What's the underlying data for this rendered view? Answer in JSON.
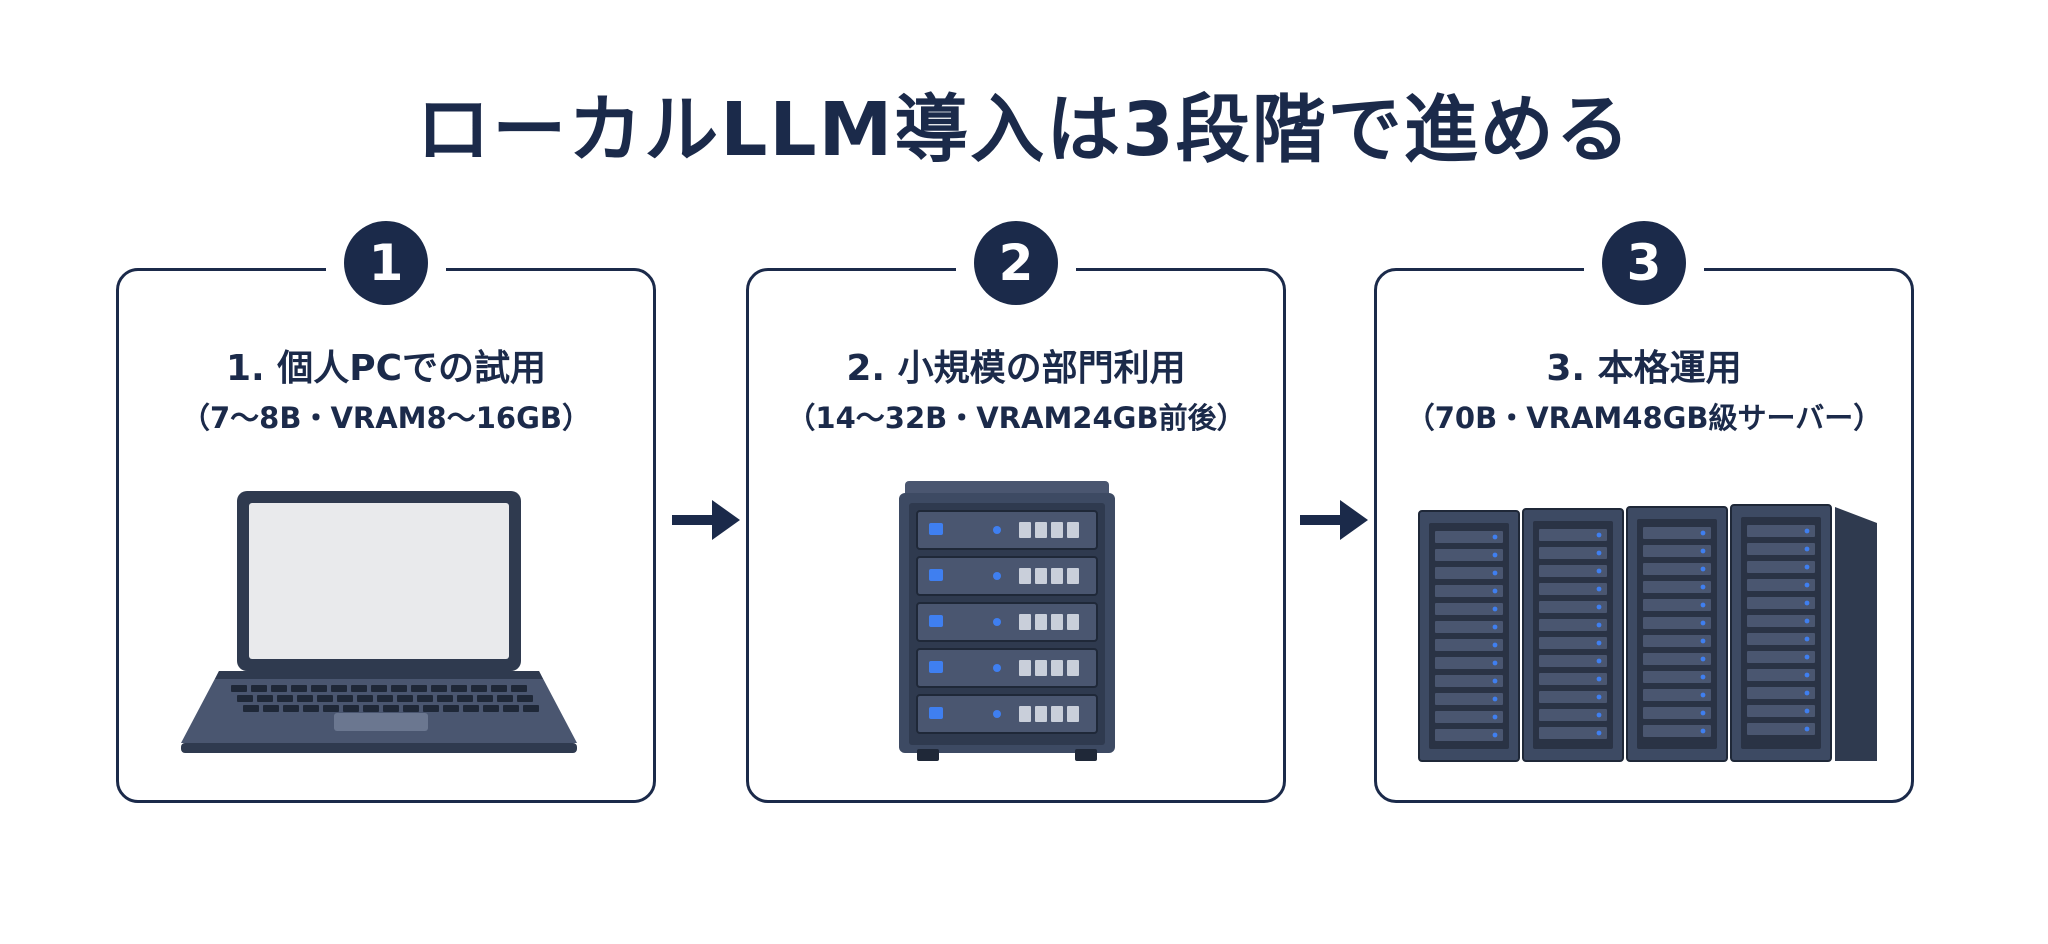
{
  "title": "ローカルLLM導入は3段階で進める",
  "steps": [
    {
      "number": "1",
      "title": "1. 個人PCでの試用",
      "subtitle": "（7～8B・VRAM8～16GB）",
      "icon": "laptop-icon"
    },
    {
      "number": "2",
      "title": "2. 小規模の部門利用",
      "subtitle": "（14～32B・VRAM24GB前後）",
      "icon": "tower-server-icon"
    },
    {
      "number": "3",
      "title": "3. 本格運用",
      "subtitle": "（70B・VRAM48GB級サーバー）",
      "icon": "server-racks-icon"
    }
  ],
  "colors": {
    "navy": "#1b2a4a",
    "screen": "#e9eaec",
    "device": "#3d4a63",
    "led": "#3f7ff0"
  }
}
